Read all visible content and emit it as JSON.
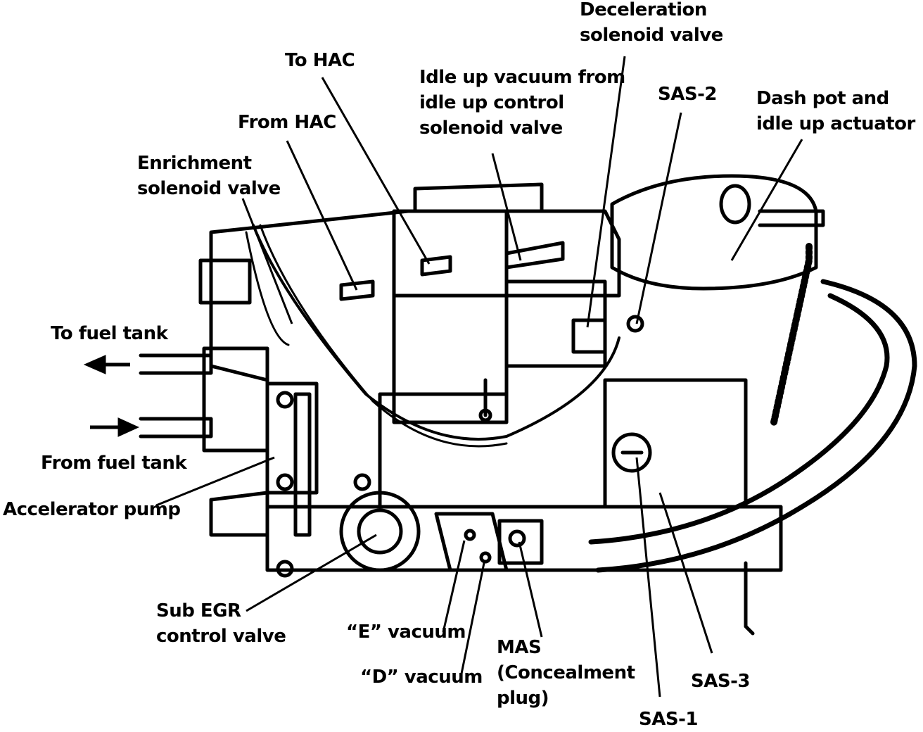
{
  "diagram": {
    "labels": {
      "deceleration_solenoid": [
        "Deceleration",
        "solenoid valve"
      ],
      "to_hac": [
        "To HAC"
      ],
      "idle_up_vacuum": [
        "Idle up vacuum from",
        "idle up control",
        "solenoid valve"
      ],
      "sas2": [
        "SAS-2"
      ],
      "dash_pot": [
        "Dash pot and",
        "idle up actuator"
      ],
      "from_hac": [
        "From HAC"
      ],
      "enrichment": [
        "Enrichment",
        "solenoid valve"
      ],
      "to_fuel_tank": [
        "To fuel tank"
      ],
      "from_fuel_tank": [
        "From fuel tank"
      ],
      "accelerator_pump": [
        "Accelerator pump"
      ],
      "sub_egr": [
        "Sub EGR",
        "control valve"
      ],
      "e_vacuum": [
        "“E” vacuum"
      ],
      "d_vacuum": [
        "“D” vacuum"
      ],
      "mas": [
        "MAS",
        "(Concealment",
        "plug)"
      ],
      "sas3": [
        "SAS-3"
      ],
      "sas1": [
        "SAS-1"
      ]
    },
    "colors": {
      "ink": "#000000",
      "paper": "#ffffff"
    }
  }
}
